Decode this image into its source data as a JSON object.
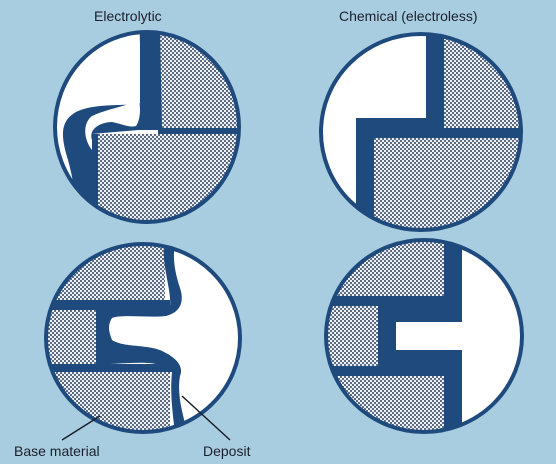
{
  "titles": {
    "left": "Electrolytic",
    "right": "Chemical (electroless)"
  },
  "labels": {
    "base_material": "Base material",
    "deposit": "Deposit"
  },
  "colors": {
    "background": "#a9cde0",
    "outline_and_deposit": "#1e4a7d",
    "base_material_fill": "#7f8fa6",
    "hole_white": "#ffffff"
  }
}
